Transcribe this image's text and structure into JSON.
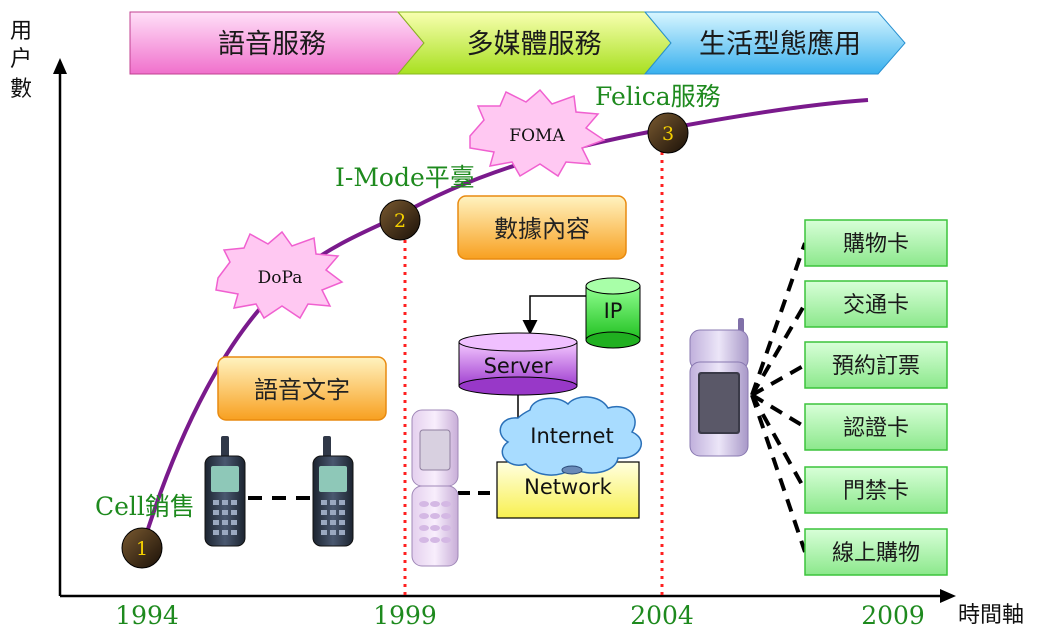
{
  "phases": [
    {
      "label": "語音服務",
      "color_top": "#ffd6f5",
      "color_bottom": "#f07ad0"
    },
    {
      "label": "多媒體服務",
      "color_top": "#f2ff9a",
      "color_bottom": "#a8e020"
    },
    {
      "label": "生活型態應用",
      "color_top": "#c6f2ff",
      "color_bottom": "#3cb4f0"
    }
  ],
  "axes": {
    "y_label_chars": [
      "用",
      "户",
      "數"
    ],
    "x_label": "時間軸",
    "years": [
      "1994",
      "1999",
      "2004",
      "2009"
    ]
  },
  "milestones": [
    {
      "number": "1",
      "label": "Cell銷售"
    },
    {
      "number": "2",
      "label": "I-Mode平臺"
    },
    {
      "number": "3",
      "label": "Felica服務"
    }
  ],
  "bursts": {
    "dopa": "DoPa",
    "foma": "FOMA"
  },
  "orange_boxes": {
    "voice_text": "語音文字",
    "data_content": "數據內容"
  },
  "network": {
    "ip": "IP",
    "server": "Server",
    "internet": "Internet",
    "network": "Network"
  },
  "cards": [
    "購物卡",
    "交通卡",
    "預約訂票",
    "認證卡",
    "門禁卡",
    "線上購物"
  ],
  "colors": {
    "curve": "#7a1a8c",
    "axis": "#000000",
    "dotted_line": "#ff2020",
    "green_text": "#1e8a1e",
    "card_fill": "#9cf09c",
    "card_border": "#3cc43c",
    "burst_fill": "#ffc8f2",
    "burst_stroke": "#f060d0"
  }
}
